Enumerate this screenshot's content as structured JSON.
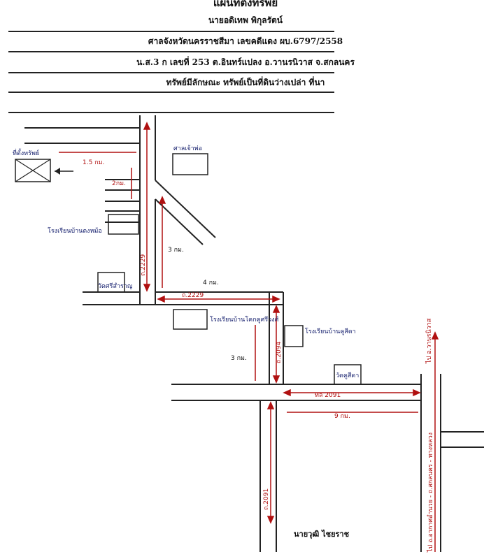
{
  "header": {
    "title": "แผนที่ตั้งทรัพย์",
    "owner": "นายอดิเทพ พิกุลรัตน์",
    "court": "ศาลจังหวัดนครราชสีมา เลขคดีแดง ผบ.6797/2558",
    "deed": "น.ส.3 ก เลขที่ 253 ต.อินทร์แปลง อ.วานรนิวาส จ.สกลนคร",
    "property": "ทรัพย์มีลักษณะ ทรัพย์เป็นที่ดินว่างเปล่า ที่นา"
  },
  "map": {
    "labels": {
      "property_location": "ที่ตั้งทรัพย์",
      "dist_to_property": "1.5 กม.",
      "dist_side": "2กม.",
      "school_1": "โรงเรียนบ้านดงหม้อ",
      "shrine": "ศาลเจ้าพ่อ",
      "road_2229_vertical": "ถ.2229",
      "dist_3km_top": "3 กม.",
      "temple_1": "วัดศรีสำราญ",
      "dist_4km": "4 กม.",
      "road_2229_horizontal": "ถ.2229",
      "school_2": "โรงเรียนบ้านโคกคูศรีวงศ์",
      "school_3": "โรงเรียนบ้านคูสีดา",
      "dist_3km_mid": "3 กม.",
      "road_2094_vertical": "ถ.2094",
      "temple_2": "วัดคูสีดา",
      "road_2091": "ทล 2091",
      "dist_9km": "9 กม.",
      "road_2091_vertical": "ถ.2091",
      "to_amphoe": "ไป อ.วานรนิวาส",
      "highway": "ไป อ.อากาศอำนวย - ถ.สกลนคร - ทางหลวง"
    }
  },
  "signature": "นายวุฒิ ไชยราช"
}
